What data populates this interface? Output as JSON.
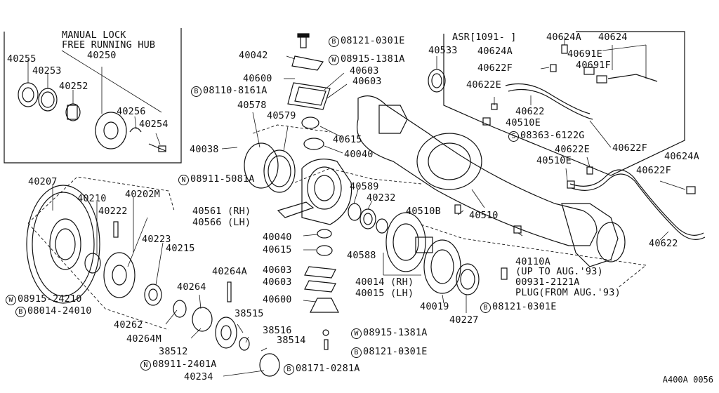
{
  "inset": {
    "title_line1": "MANUAL LOCK",
    "title_line2": "FREE RUNNING HUB"
  },
  "labels": {
    "p40255": "40255",
    "p40253": "40253",
    "p40250": "40250",
    "p40252": "40252",
    "p40256": "40256",
    "p40254": "40254",
    "p40207": "40207",
    "p40210": "40210",
    "p40202M": "40202M",
    "p40222": "40222",
    "p40223": "40223",
    "p40215": "40215",
    "w0891524210_pfx": "W",
    "w0891524210": "08915-24210",
    "b0801424010_pfx": "B",
    "b0801424010": "08014-24010",
    "p40262": "40262",
    "p40264": "40264",
    "p40264A": "40264A",
    "p40264M": "40264M",
    "p38515": "38515",
    "p38516": "38516",
    "p38514": "38514",
    "p38512": "38512",
    "n089112401A_pfx": "N",
    "n089112401A": "08911-2401A",
    "b081710281A_pfx": "B",
    "b081710281A": "08171-0281A",
    "p40234": "40234",
    "b081210301E_top_pfx": "B",
    "b081210301E_top": "08121-0301E",
    "p40042": "40042",
    "w089151381A_top_pfx": "W",
    "w089151381A_top": "08915-1381A",
    "p40600_top": "40600",
    "p40603_a": "40603",
    "p40603_b": "40603",
    "b081108161A_pfx": "B",
    "b081108161A": "08110-8161A",
    "p40578": "40578",
    "p40579": "40579",
    "p40615_top": "40615",
    "p40038": "40038",
    "p40040_top": "40040",
    "n089115081A_pfx": "N",
    "n089115081A": "08911-5081A",
    "p40589": "40589",
    "p40232": "40232",
    "p40561": "40561 (RH)",
    "p40566": "40566 (LH)",
    "p40040_mid": "40040",
    "p40615_mid": "40615",
    "p40603_c": "40603",
    "p40603_d": "40603",
    "p40600_bot": "40600",
    "p40588": "40588",
    "p40014": "40014 (RH)",
    "p40015": "40015 (LH)",
    "p40019": "40019",
    "p40227": "40227",
    "w089151381A_bot_pfx": "W",
    "w089151381A_bot": "08915-1381A",
    "b081210301E_bot_pfx": "B",
    "b081210301E_bot": "08121-0301E",
    "b081210301E_mid_pfx": "B",
    "b081210301E_mid": "08121-0301E",
    "p40533": "40533",
    "p40510B": "40510B",
    "p40510": "40510",
    "p40110A": "40110A",
    "p40110A_note": "(UP TO AUG.'93)",
    "p00931": "00931-2121A",
    "plug_note": "PLUG(FROM AUG.'93)",
    "asr": "ASR[1091-  ]",
    "p40624A_top": "40624A",
    "p40624": "40624",
    "p40624A_b": "40624A",
    "p40691E": "40691E",
    "p40691F": "40691F",
    "p40622F_top": "40622F",
    "p40622E_top": "40622E",
    "p40622_top": "40622",
    "p40510E_top": "40510E",
    "s083636122G_pfx": "S",
    "s083636122G": "08363-6122G",
    "p40622F_mid": "40622F",
    "p40622E_b": "40622E",
    "p40510E_b": "40510E",
    "p40624A_r": "40624A",
    "p40622F_r": "40622F",
    "p40622_r": "40622"
  },
  "footer": {
    "ref": "A400A 0056"
  }
}
